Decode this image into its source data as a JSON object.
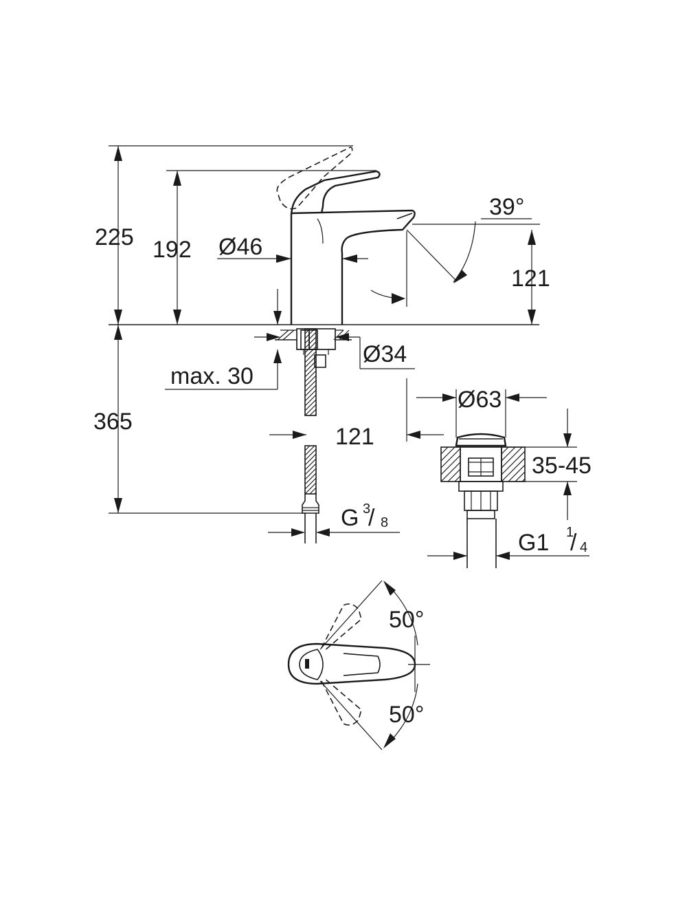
{
  "side_view": {
    "height_total": "225",
    "height_spout": "192",
    "body_diameter": "Ø46",
    "spout_angle": "39°",
    "spout_height": "121",
    "hole_diameter": "Ø34",
    "max_deck": "max. 30",
    "hose_length": "365",
    "spout_reach": "121",
    "connection_base": "G",
    "connection_num": "3",
    "connection_den": "8"
  },
  "waste_view": {
    "diameter": "Ø63",
    "thickness_range": "35-45",
    "thread_base": "G1",
    "thread_num": "1",
    "thread_den": "4"
  },
  "top_view": {
    "angle_upper": "50°",
    "angle_lower": "50°"
  }
}
